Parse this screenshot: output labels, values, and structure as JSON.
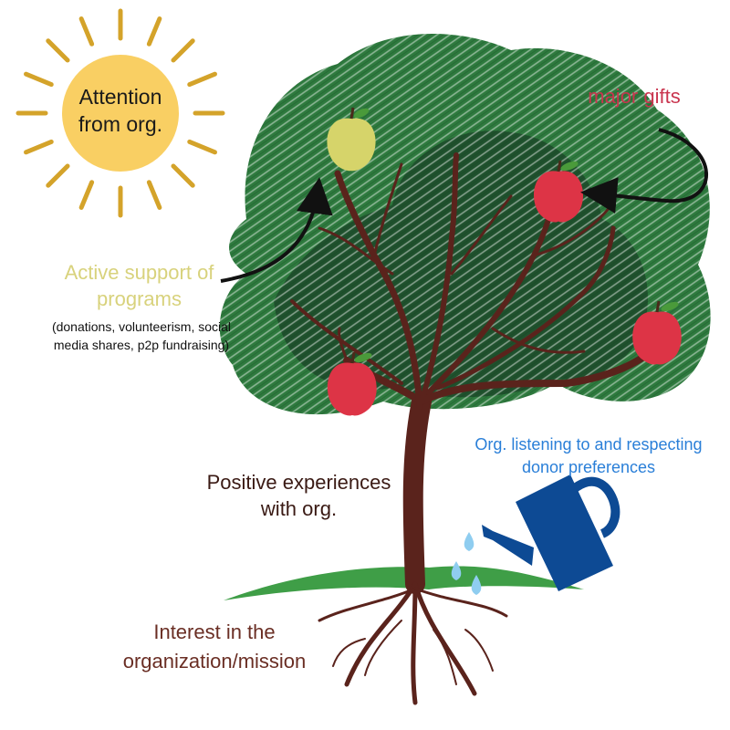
{
  "colors": {
    "sun": "#f9cf63",
    "sun_rays": "#d4a32a",
    "foliage": "#2e7a3e",
    "foliage_shadow": "#1c4a2a",
    "branches": "#5a231c",
    "red_apple": "#dd3446",
    "yellow_apple": "#d6d46a",
    "grass": "#3f9e47",
    "watering_can": "#0d4a94",
    "water_drops": "#8fcdf0",
    "major_gifts_text": "#c9344e",
    "active_support_text": "#d8d27c",
    "listening_text": "#2a7fd8",
    "interest_text": "#6a2e24",
    "arrow": "#111111"
  },
  "labels": {
    "sun": "Attention from org.",
    "major_gifts": "major gifts",
    "active_support": "Active support of programs",
    "active_support_detail": "(donations, volunteerism, social media shares, p2p fundraising)",
    "listening": "Org. listening to and respecting donor preferences",
    "positive": "Positive experiences with org.",
    "interest": "Interest in the organization/mission"
  },
  "icons": [
    "sun-icon",
    "tree-icon",
    "apple-icon",
    "watering-can-icon",
    "water-drop-icon",
    "roots-icon",
    "arrow-icon"
  ]
}
